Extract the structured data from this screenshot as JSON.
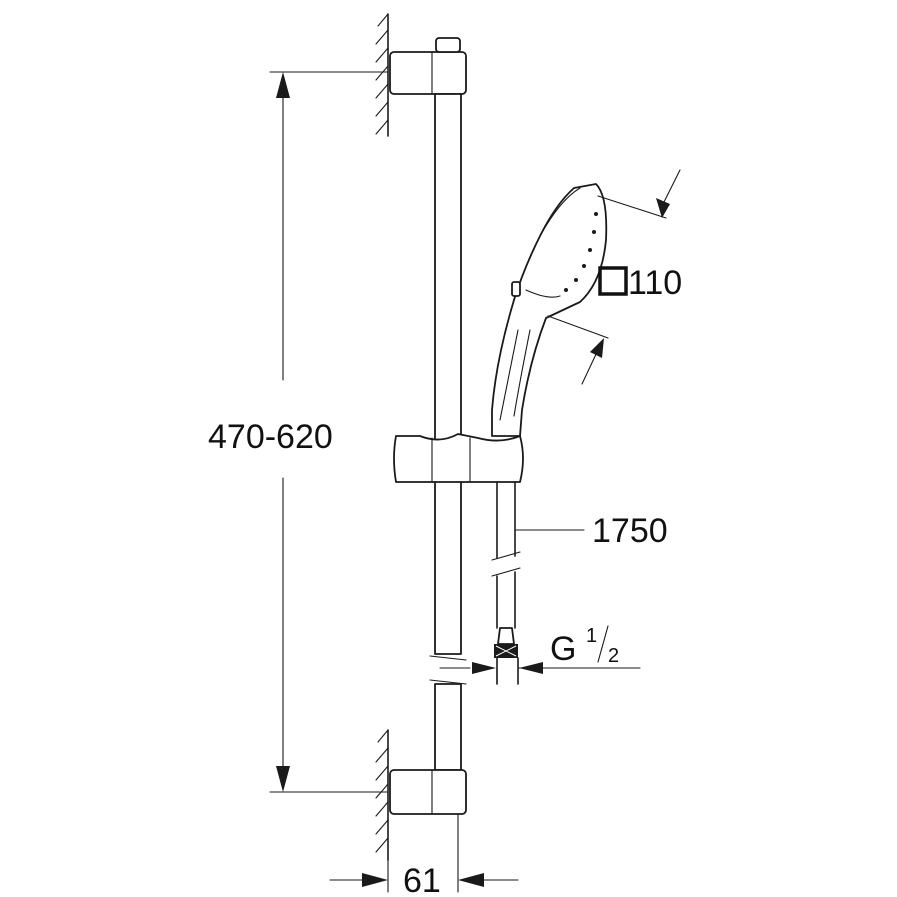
{
  "dimensions": {
    "rail_height": "470-620",
    "hose_length": "1750",
    "handshower_size": "110",
    "wall_offset": "61",
    "thread_letter": "G",
    "thread_numerator": "1",
    "thread_denominator": "2"
  }
}
